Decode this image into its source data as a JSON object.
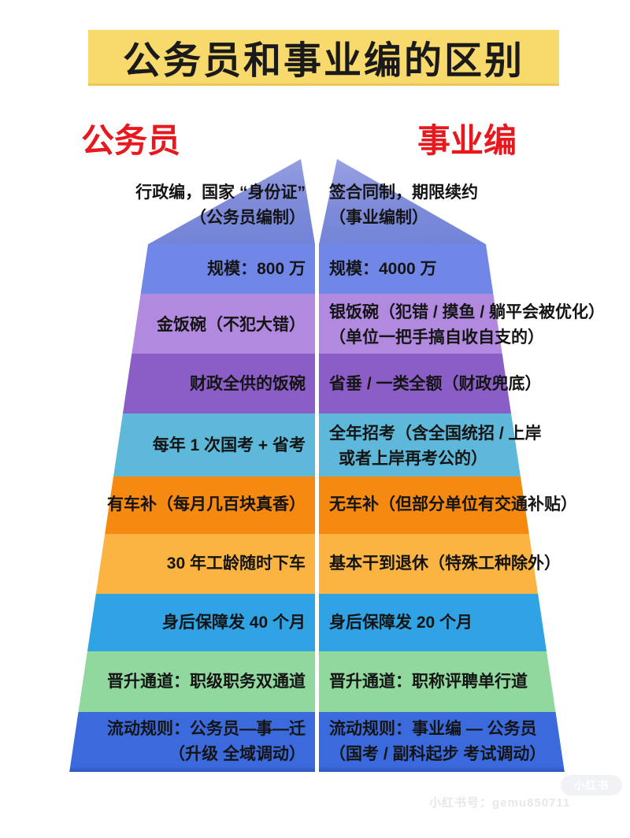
{
  "title": "公务员和事业编的区别",
  "columns": {
    "left_header": "公务员",
    "right_header": "事业编"
  },
  "rows": [
    {
      "id": "establishment",
      "left_lines": [
        "行政编，国家 “身份证”",
        "（公务员编制）"
      ],
      "right_lines": [
        "签合同制，期限续约",
        "（事业编制）"
      ]
    },
    {
      "id": "scale",
      "left_lines": [
        "规模：800 万"
      ],
      "right_lines": [
        "规模：4000 万"
      ]
    },
    {
      "id": "rice-bowl",
      "left_lines": [
        "金饭碗（不犯大错）"
      ],
      "right_lines": [
        "银饭碗（犯错 / 摸鱼 / 躺平会被优化）",
        "（单位一把手搞自收自支的）"
      ]
    },
    {
      "id": "funding",
      "left_lines": [
        "财政全供的饭碗"
      ],
      "right_lines": [
        "省垂 / 一类全额（财政兜底）"
      ]
    },
    {
      "id": "recruitment",
      "left_lines": [
        "每年 1 次国考 + 省考"
      ],
      "right_lines": [
        "全年招考（含全国统招 / 上岸",
        "或者上岸再考公的）"
      ]
    },
    {
      "id": "car-subsidy",
      "left_lines": [
        "有车补（每月几百块真香）"
      ],
      "right_lines": [
        "无车补（但部分单位有交通补贴）"
      ]
    },
    {
      "id": "tenure",
      "left_lines": [
        "30 年工龄随时下车"
      ],
      "right_lines": [
        "基本干到退休（特殊工种除外）"
      ]
    },
    {
      "id": "death-benefit",
      "left_lines": [
        "身后保障发 40 个月"
      ],
      "right_lines": [
        "身后保障发 20 个月"
      ]
    },
    {
      "id": "promotion",
      "left_lines": [
        "晋升通道：职级职务双通道"
      ],
      "right_lines": [
        "晋升通道：职称评聘单行道"
      ]
    },
    {
      "id": "mobility",
      "left_lines": [
        "流动规则：公务员—事—迁",
        "（升级 全域调动）"
      ],
      "right_lines": [
        "流动规则：事业编 — 公务员",
        "（国考 / 副科起步 考试调动）"
      ]
    }
  ],
  "watermark": {
    "badge": "小红书",
    "id_text": "小红书号：gemu850711"
  },
  "colors": {
    "banner_bg": "#f8d96c",
    "banner_shadow": "#ecc755",
    "title_text": "#1a1a1a",
    "header_red": "#e8191e",
    "band_top_gradient": "#7d8ad8",
    "band_scale": "#7187e8",
    "band_rice_bowl": "#b18adf",
    "band_funding": "#8a5ec6",
    "band_recruitment": "#5eb8da",
    "band_car_subsidy": "#f68a10",
    "band_tenure": "#fbb442",
    "band_death_benefit": "#2fa3e3",
    "band_promotion": "#90d89d",
    "band_mobility": "#3b6add",
    "text_black": "#141414",
    "page_bg": "#ffffff"
  }
}
